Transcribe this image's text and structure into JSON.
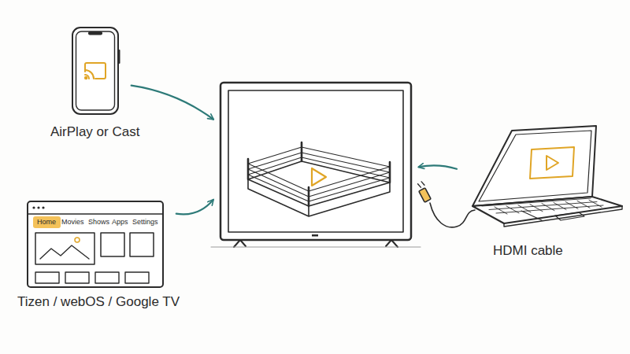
{
  "diagram": {
    "nodes": [
      {
        "text": [
          "AirPlay or Cast"
        ]
      },
      {
        "text": []
      },
      {
        "text": [
          "Tizen / webOS / Google TV",
          "Movies",
          "Shows",
          "Apps",
          "Settings"
        ]
      },
      {
        "text": [
          "Home"
        ],
        "in": 2
      },
      {
        "text": [
          "HDMI cable"
        ]
      }
    ],
    "edges": [
      {
        "from": 0,
        "to": 1,
        "arrow": "to"
      },
      {
        "from": 2,
        "to": 1,
        "arrow": "to"
      },
      {
        "from": 4,
        "to": 1,
        "arrow": "to"
      }
    ]
  }
}
